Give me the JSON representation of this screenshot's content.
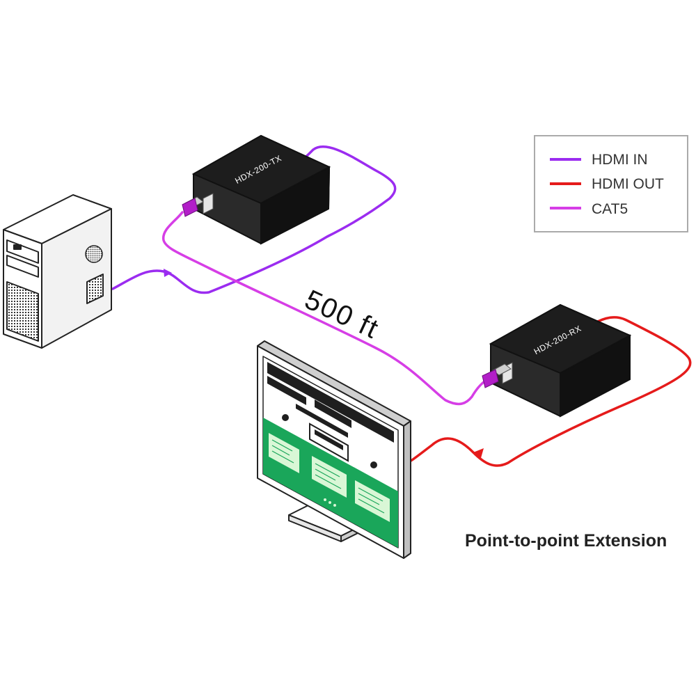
{
  "legend": {
    "items": [
      {
        "label": "HDMI IN",
        "color": "#9b2cf0"
      },
      {
        "label": "HDMI OUT",
        "color": "#e51b1b"
      },
      {
        "label": "CAT5",
        "color": "#d63ee6"
      }
    ]
  },
  "transmitter": {
    "label": "HDX-200-TX"
  },
  "receiver": {
    "label": "HDX-200-RX"
  },
  "distance_label": "500 ft",
  "caption": "Point-to-point Extension",
  "colors": {
    "device_body": "#222222",
    "connector": "#b21ec8",
    "screen_green": "#1aa65a",
    "screen_note": "#d9f7d6"
  }
}
